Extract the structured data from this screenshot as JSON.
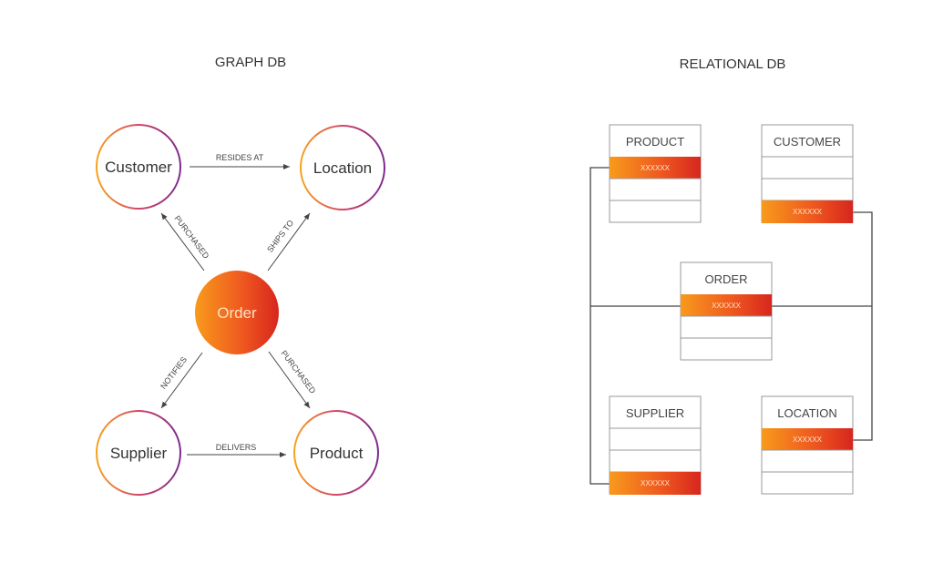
{
  "graph": {
    "title": "GRAPH DB",
    "nodes": {
      "customer": "Customer",
      "location": "Location",
      "order": "Order",
      "supplier": "Supplier",
      "product": "Product"
    },
    "edges": {
      "resides_at": "RESIDES AT",
      "purchased_customer": "PURCHASED",
      "ships_to": "SHIPS TO",
      "notifies": "NOTIFIES",
      "purchased_product": "PURCHASED",
      "delivers": "DELIVERS"
    }
  },
  "relational": {
    "title": "RELATIONAL DB",
    "tables": {
      "product": {
        "name": "PRODUCT",
        "key": "XXXXXX"
      },
      "customer": {
        "name": "CUSTOMER",
        "key": "XXXXXX"
      },
      "order": {
        "name": "ORDER",
        "key": "XXXXXX"
      },
      "supplier": {
        "name": "SUPPLIER",
        "key": "XXXXXX"
      },
      "location": {
        "name": "LOCATION",
        "key": "XXXXXX"
      }
    }
  },
  "colors": {
    "orange": "#f7941d",
    "red": "#d7261e",
    "purple": "#7b2a8c",
    "line": "#444444"
  }
}
